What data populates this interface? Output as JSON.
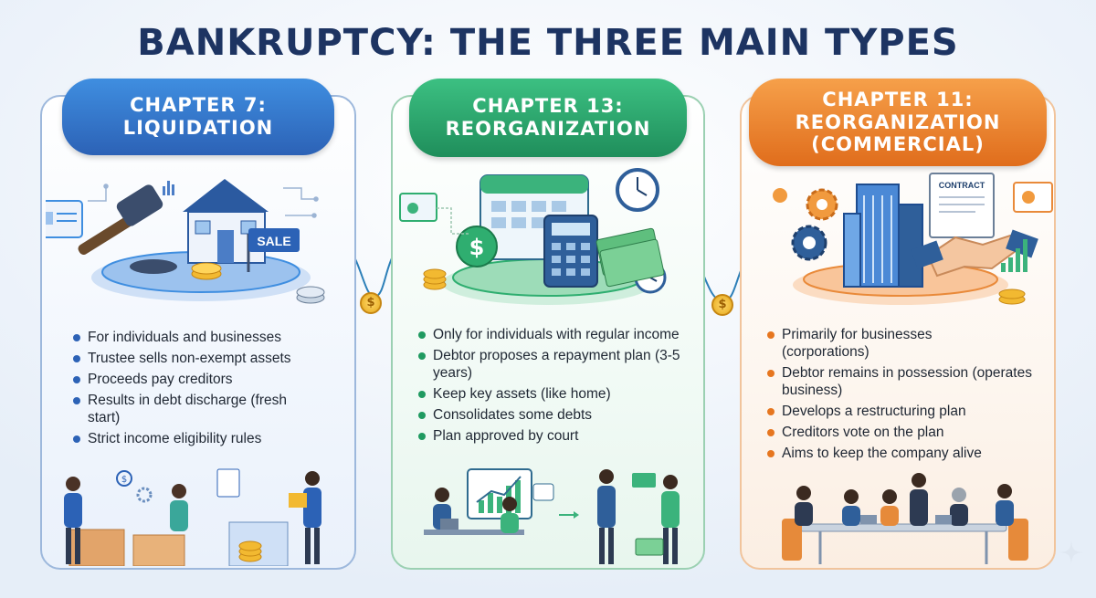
{
  "title": "BANKRUPTCY: THE THREE MAIN TYPES",
  "colors": {
    "chapter7": "#2c62b6",
    "chapter13": "#1f8e5b",
    "chapter11": "#e06d1c",
    "title": "#1d3462"
  },
  "chapters": [
    {
      "heading_line1": "CHAPTER 7:",
      "heading_line2": "LIQUIDATION",
      "heading_line3": "",
      "sign": "SALE",
      "bullets": [
        "For individuals and businesses",
        "Trustee sells non-exempt assets",
        "Proceeds pay creditors",
        "Results in debt discharge (fresh start)",
        "Strict income eligibility rules"
      ],
      "icons": [
        "gavel-icon",
        "house-icon",
        "sale-sign-icon",
        "coins-icon",
        "people-packing-icon"
      ]
    },
    {
      "heading_line1": "CHAPTER 13:",
      "heading_line2": "REORGANIZATION",
      "heading_line3": "",
      "bullets": [
        "Only for individuals with regular income",
        "Debtor proposes a repayment plan (3-5 years)",
        "Keep key assets (like home)",
        "Consolidates some debts",
        "Plan approved by court"
      ],
      "icons": [
        "calendar-icon",
        "calculator-icon",
        "clock-icon",
        "cash-icon",
        "people-working-icon"
      ]
    },
    {
      "heading_line1": "CHAPTER 11:",
      "heading_line2": "REORGANIZATION",
      "heading_line3": "(COMMERCIAL)",
      "contract": "CONTRACT",
      "bullets": [
        "Primarily for businesses (corporations)",
        "Debtor remains in possession (operates business)",
        "Develops a restructuring plan",
        "Creditors vote on the plan",
        "Aims to keep the company alive"
      ],
      "icons": [
        "gears-icon",
        "office-building-icon",
        "contract-icon",
        "handshake-icon",
        "meeting-table-icon"
      ]
    }
  ],
  "coin_symbol": "$"
}
